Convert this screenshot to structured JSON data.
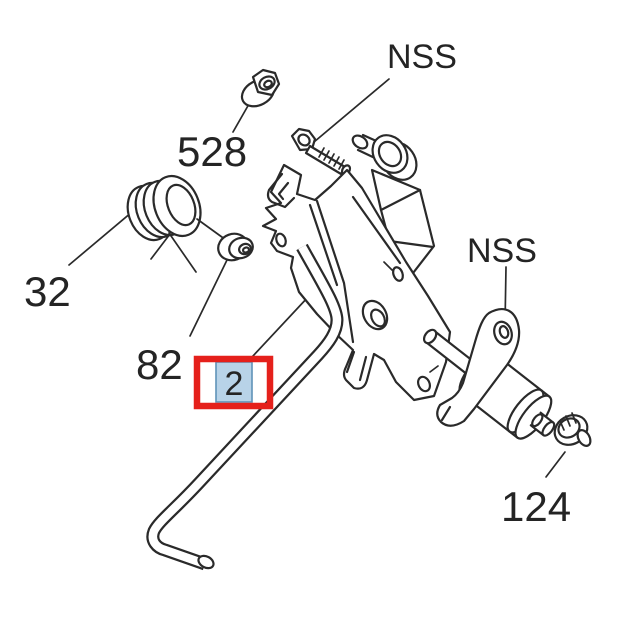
{
  "diagram": {
    "type": "exploded-parts-diagram",
    "background": "#ffffff",
    "line_color": "#2a2a2a",
    "labels": {
      "nss_top": "NSS",
      "nss_right": "NSS",
      "p528": "528",
      "p32": "32",
      "p82": "82",
      "p124": "124",
      "p2": "2"
    },
    "highlight": {
      "selected_callout": "2",
      "outer_box_color": "#e5201b",
      "fill_color": "#b8d3e8",
      "inner_border_color": "#5f93b8",
      "text_color": "#2e3b4a"
    },
    "parts": [
      {
        "callout": "528",
        "icon": "flange-nut-icon"
      },
      {
        "callout": "NSS",
        "icon": "bolt-icon"
      },
      {
        "callout": "32",
        "icon": "torsion-spring-icon"
      },
      {
        "callout": "82",
        "icon": "nut-icon"
      },
      {
        "callout": "2",
        "icon": "bracket-rod-icon",
        "highlighted": true
      },
      {
        "callout": "NSS",
        "icon": "switch-icon"
      },
      {
        "callout": "124",
        "icon": "nut-icon"
      }
    ]
  }
}
